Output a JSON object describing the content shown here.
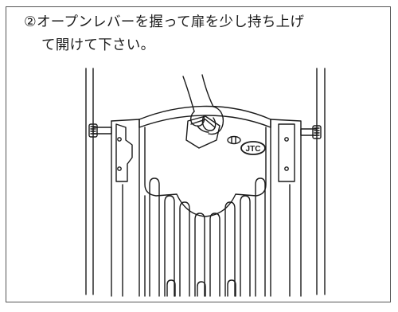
{
  "instruction": {
    "line1": "②オープンレバーを握って扉を少し持ち上げ",
    "line2": "て開けて下さい。"
  },
  "brand_logo_text": "JTC",
  "colors": {
    "line": "#1a1a1a",
    "frame_border": "#555555",
    "background": "#ffffff"
  }
}
